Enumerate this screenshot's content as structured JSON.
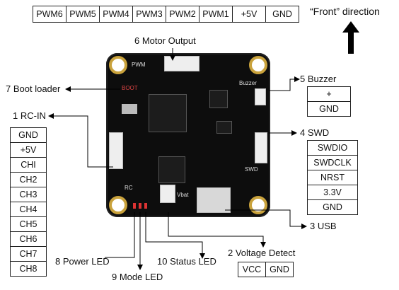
{
  "pwm_header": [
    "PWM6",
    "PWM5",
    "PWM4",
    "PWM3",
    "PWM2",
    "PWM1",
    "+5V",
    "GND"
  ],
  "front_direction": "“Front” direction",
  "labels": {
    "motor_output": "6 Motor Output",
    "boot_loader": "7 Boot loader",
    "buzzer": "5 Buzzer",
    "rc_in": "1 RC-IN",
    "swd": "4 SWD",
    "usb": "3 USB",
    "voltage_detect": "2 Voltage Detect",
    "power_led": "8 Power LED",
    "mode_led": "9 Mode LED",
    "status_led": "10 Status LED"
  },
  "buzzer_pins": [
    "+",
    "GND"
  ],
  "swd_pins": [
    "SWDIO",
    "SWDCLK",
    "NRST",
    "3.3V",
    "GND"
  ],
  "rc_pins": [
    "GND",
    "+5V",
    "CHI",
    "CH2",
    "CH3",
    "CH4",
    "CH5",
    "CH6",
    "CH7",
    "CH8"
  ],
  "voltage_pins": [
    "VCC",
    "GND"
  ],
  "board_silk": {
    "pwm": "PWM",
    "boot": "BOOT",
    "buzzer": "Buzzer",
    "swd": "SWD",
    "rc": "RC",
    "vbat": "Vbat"
  }
}
